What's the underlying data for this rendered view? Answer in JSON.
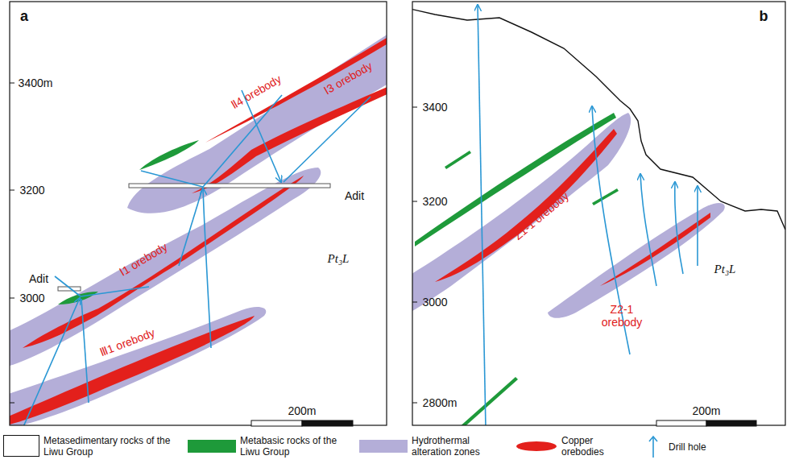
{
  "diagram": {
    "labels": [
      "a",
      "3400m",
      "3200",
      "3000",
      "Ⅱ4 orebody",
      "Ⅰ3 orebody",
      "Adit",
      "Ⅰ1 orebody",
      "Adit",
      "Pt₃L",
      "Ⅲ1 orebody",
      "200m",
      "b",
      "3400",
      "3200",
      "3000",
      "2800m",
      "Z1-1 orebody",
      "Z2-1 orebody",
      "Pt₃L",
      "200m",
      "Pt₃L"
    ],
    "legend": [
      {
        "text": "Metasedimentary rocks of the Liwu Group",
        "color": "#ffffff"
      },
      {
        "text": "Metabasic rocks of the Liwu Group",
        "color": "#1e9a3a"
      },
      {
        "text": "Hydrothermal alteration zones",
        "color": "#b4aed8"
      },
      {
        "text": "Copper orebodies",
        "color": "#e3201c"
      },
      {
        "text": "Drill hole"
      }
    ]
  }
}
